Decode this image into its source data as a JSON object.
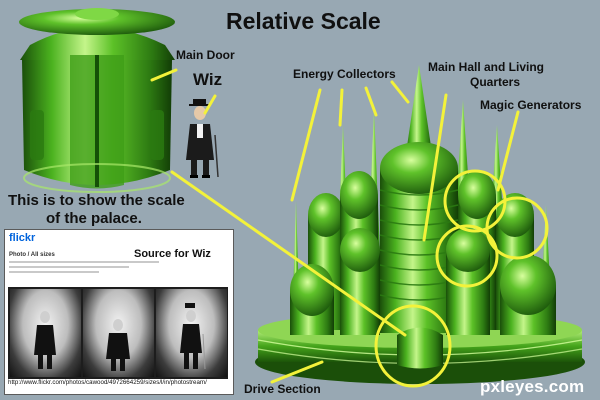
{
  "title": "Relative Scale",
  "labels": {
    "main_door": "Main Door",
    "wiz": "Wiz",
    "scale_note_line1": "This is to show the scale",
    "scale_note_line2": "of the palace.",
    "energy_collectors": "Energy Collectors",
    "main_hall_line1": "Main Hall and Living",
    "main_hall_line2": "Quarters",
    "magic_generators": "Magic Generators",
    "drive_section": "Drive Section",
    "source_for_wiz": "Source for Wiz"
  },
  "screenshot": {
    "logo_text": "flickr",
    "heading": "Photo / All sizes",
    "url": "http://www.flickr.com/photos/cawood/4972664259/sizes/l/in/photostream/"
  },
  "watermark": "pxleyes.com",
  "colors": {
    "background": "#98a8b3",
    "emerald": "#3fa31c",
    "emerald_light": "#b8f27a",
    "emerald_dark": "#1f5e0d",
    "callout_yellow": "#f3f23a",
    "text": "#101010"
  }
}
